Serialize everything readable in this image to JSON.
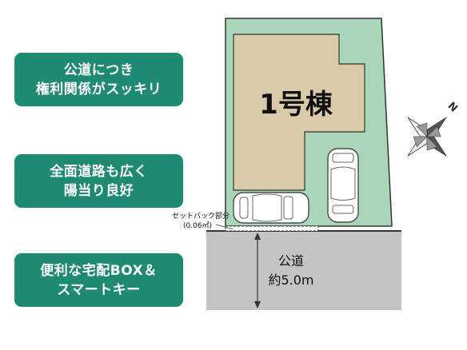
{
  "features": [
    {
      "line1": "公道につき",
      "line2": "権利関係がスッキリ"
    },
    {
      "line1": "全面道路も広く",
      "line2": "陽当り良好"
    },
    {
      "line1": "便利な宅配BOX＆",
      "line2": "スマートキー"
    }
  ],
  "plan": {
    "building_label": "1号棟",
    "setback_label": "セットバック部分",
    "setback_area": "(0.06㎡)",
    "road_label": "公道",
    "road_width": "約5.0m",
    "compass_letter": "N"
  },
  "colors": {
    "badge": "#1f8a72",
    "lot": "#a9d6b9",
    "building": "#d9cba9",
    "road": "#c4c4c4"
  }
}
